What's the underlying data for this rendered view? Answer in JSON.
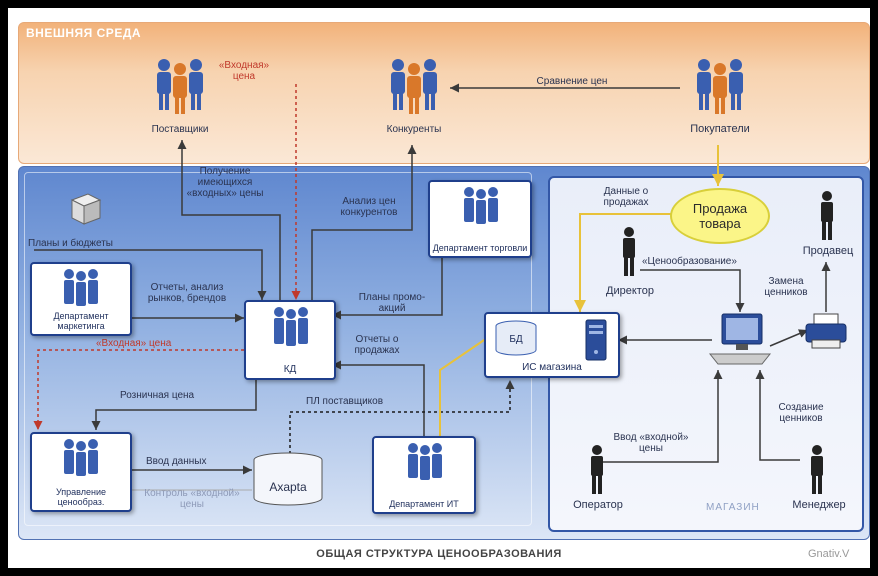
{
  "zones": {
    "external_title": "ВНЕШНЯЯ СРЕДА",
    "store_title": "МАГАЗИН"
  },
  "actors": {
    "suppliers": "Поставщики",
    "competitors": "Конкуренты",
    "customers": "Покупатели",
    "director": "Директор",
    "seller": "Продавец",
    "operator": "Оператор",
    "manager": "Менеджер"
  },
  "cards": {
    "kd": "КД",
    "marketing": "Департамент маркетинга",
    "trade": "Департамент торговли",
    "pricing": "Управление ценообраз.",
    "it": "Департамент ИТ",
    "is_store": "ИС магазина",
    "db": "БД",
    "axapta": "Axapta"
  },
  "bubble": "Продажа товара",
  "labels": {
    "input_price_top": "«Входная» цена",
    "compare_prices": "Сравнение цен",
    "receive_input_prices": "Получение имеющихся «входных» цены",
    "analyze_competitors": "Анализ цен конкурентов",
    "plans_budgets": "Планы и бюджеты",
    "reports_analysis": "Отчеты, анализ рынков, брендов",
    "plans_promo": "Планы промо-акций",
    "input_price_mid": "«Входная» цена",
    "sales_reports": "Отчеты о продажах",
    "retail_price": "Розничная цена",
    "pl_suppliers": "ПЛ поставщиков",
    "data_entry": "Ввод данных",
    "control_input_price": "Контроль «входной» цены",
    "sales_data": "Данные о продажах",
    "pricing_process": "«Ценообразование»",
    "replace_tags": "Замена ценников",
    "create_tags": "Создание ценников",
    "input_price_entry": "Ввод «входной» цены"
  },
  "footer": {
    "title": "ОБЩАЯ СТРУКТУРА ЦЕНООБРАЗОВАНИЯ",
    "signature": "Gnativ.V"
  },
  "colors": {
    "external_zone": "#f2b27a",
    "company_zone": "#5f87cf",
    "card_border": "#1f3f8c",
    "arrow": "#3a3a3a",
    "red_dashed": "#c0392b",
    "yellow_flow": "#e8c23a",
    "bubble": "#fbf588",
    "person_orange": "#d9782a",
    "person_blue": "#3a5fb0"
  },
  "icons": [
    "people-group-icon",
    "person-icon",
    "computer-icon",
    "printer-icon",
    "server-icon",
    "database-icon",
    "box-icon"
  ]
}
